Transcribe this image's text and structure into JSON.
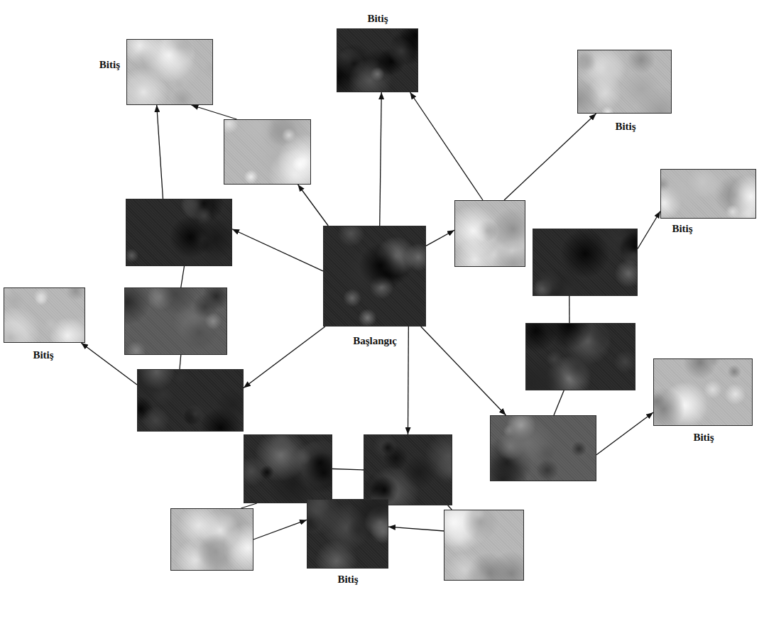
{
  "diagram": {
    "nodes": [
      {
        "text": [
          "Bitiş"
        ]
      },
      {
        "text": [
          "Bitiş"
        ]
      },
      {
        "text": [
          "Bitiş"
        ]
      },
      {
        "text": []
      },
      {
        "text": [
          "Bitiş"
        ]
      },
      {
        "text": []
      },
      {
        "text": []
      },
      {
        "text": []
      },
      {
        "text": [
          "Başlangıç"
        ]
      },
      {
        "text": []
      },
      {
        "text": [
          "Bitiş"
        ]
      },
      {
        "text": []
      },
      {
        "text": [
          "Bitiş"
        ]
      },
      {
        "text": []
      },
      {
        "text": []
      },
      {
        "text": []
      },
      {
        "text": []
      },
      {
        "text": []
      },
      {
        "text": [
          "Bitiş"
        ]
      },
      {
        "text": []
      }
    ],
    "edges": [
      {
        "from": 8,
        "to": 3,
        "arrow": "to"
      },
      {
        "from": 3,
        "to": 0,
        "arrow": "to"
      },
      {
        "from": 8,
        "to": 1,
        "arrow": "to"
      },
      {
        "from": 8,
        "to": 5,
        "arrow": "to"
      },
      {
        "from": 5,
        "to": 1,
        "arrow": "to"
      },
      {
        "from": 5,
        "to": 2,
        "arrow": "to"
      },
      {
        "from": 8,
        "to": 6,
        "arrow": "to"
      },
      {
        "from": 6,
        "to": 0,
        "arrow": "to"
      },
      {
        "from": 6,
        "to": 9,
        "arrow": "none"
      },
      {
        "from": 9,
        "to": 13,
        "arrow": "none"
      },
      {
        "from": 8,
        "to": 13,
        "arrow": "to"
      },
      {
        "from": 13,
        "to": 10,
        "arrow": "to"
      },
      {
        "from": 8,
        "to": 16,
        "arrow": "to"
      },
      {
        "from": 16,
        "to": 15,
        "arrow": "none"
      },
      {
        "from": 15,
        "to": 17,
        "arrow": "none"
      },
      {
        "from": 17,
        "to": 18,
        "arrow": "to"
      },
      {
        "from": 16,
        "to": 19,
        "arrow": "none"
      },
      {
        "from": 19,
        "to": 18,
        "arrow": "to"
      },
      {
        "from": 8,
        "to": 14,
        "arrow": "to"
      },
      {
        "from": 14,
        "to": 11,
        "arrow": "none"
      },
      {
        "from": 11,
        "to": 7,
        "arrow": "none"
      },
      {
        "from": 7,
        "to": 4,
        "arrow": "to"
      },
      {
        "from": 14,
        "to": 12,
        "arrow": "to"
      }
    ]
  }
}
